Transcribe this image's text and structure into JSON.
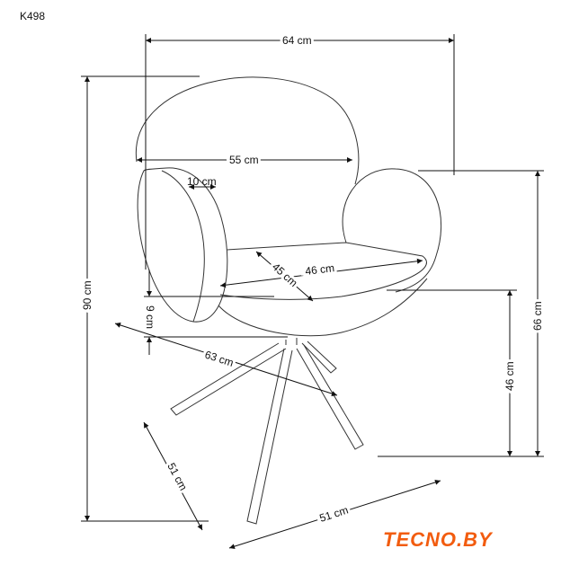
{
  "model": "K498",
  "dimensions": {
    "width_total": "64 cm",
    "height_total": "90 cm",
    "inner_width": "55 cm",
    "armrest_thickness": "10 cm",
    "seat_width": "46 cm",
    "seat_depth": "45 cm",
    "seat_thickness": "9 cm",
    "diagonal": "63 cm",
    "armrest_height": "66 cm",
    "seat_height": "46 cm",
    "base_depth": "51 cm",
    "base_width": "51 cm"
  },
  "logo": {
    "text": "TECNO.BY",
    "color": "#f25c0f"
  }
}
